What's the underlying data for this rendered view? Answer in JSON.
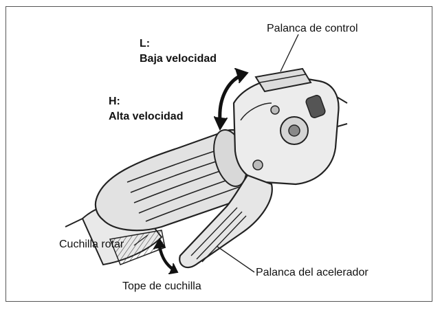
{
  "labels": {
    "control_lever": "Palanca de control",
    "low_title": "L:",
    "low_desc": "Baja velocidad",
    "high_title": "H:",
    "high_desc": "Alta velocidad",
    "rotating_blade": "Cuchilla rotar",
    "blade_stop": "Tope de cuchilla",
    "throttle_lever": "Palanca del acelerador"
  }
}
